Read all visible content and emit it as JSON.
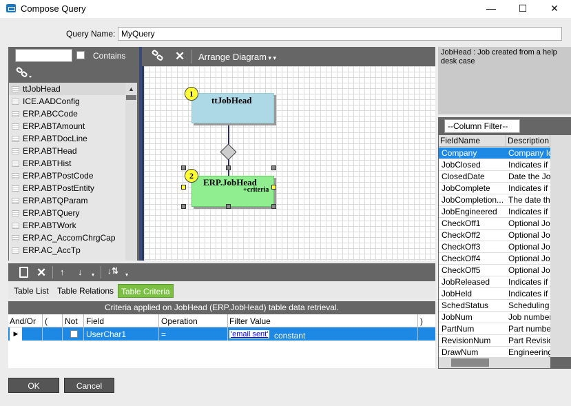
{
  "window": {
    "title": "Compose Query",
    "min": "—",
    "max": "☐",
    "close": "✕"
  },
  "query": {
    "label": "Query Name:",
    "value": "MyQuery"
  },
  "left": {
    "filter_value": "",
    "contains_label": "Contains",
    "tables": [
      "ttJobHead",
      "ICE.AADConfig",
      "ERP.ABCCode",
      "ERP.ABTAmount",
      "ERP.ABTDocLine",
      "ERP.ABTHead",
      "ERP.ABTHist",
      "ERP.ABTPostCode",
      "ERP.ABTPostEntity",
      "ERP.ABTQParam",
      "ERP.ABTQuery",
      "ERP.ABTWork",
      "ERP.AC_AccomChrgCap",
      "ERP.AC_AccTp"
    ]
  },
  "diagram": {
    "arrange_label": "Arrange Diagram",
    "nodes": [
      {
        "badge": "1",
        "title": "ttJobHead",
        "note": ""
      },
      {
        "badge": "2",
        "title": "ERP.JobHead",
        "note": "+criteria"
      }
    ]
  },
  "tabs": [
    "Table List",
    "Table Relations",
    "Table Criteria"
  ],
  "criteria": {
    "header": "Criteria applied on JobHead (ERP.JobHead)  table data retrieval.",
    "columns": {
      "andor": "And/Or",
      "lparen": "(",
      "not": "Not",
      "field": "Field",
      "operation": "Operation",
      "filter": "Filter Value",
      "rparen": ")"
    },
    "row": {
      "marker": "▶",
      "field": "UserChar1",
      "operation": "=",
      "value": "'email sent'",
      "value_type": "constant"
    }
  },
  "right": {
    "description": "JobHead : Job created from a help desk case",
    "column_filter": "--Column Filter--",
    "headers": {
      "field": "FieldName",
      "desc": "Description"
    },
    "fields": [
      {
        "name": "Company",
        "desc": "Company Id"
      },
      {
        "name": "JobClosed",
        "desc": "Indicates if j"
      },
      {
        "name": "ClosedDate",
        "desc": "Date the Jo"
      },
      {
        "name": "JobComplete",
        "desc": "Indicates if p"
      },
      {
        "name": "JobCompletion...",
        "desc": "The date tha"
      },
      {
        "name": "JobEngineered",
        "desc": "Indicates if t"
      },
      {
        "name": "CheckOff1",
        "desc": "Optional Jo"
      },
      {
        "name": "CheckOff2",
        "desc": "Optional Jo"
      },
      {
        "name": "CheckOff3",
        "desc": "Optional Jo"
      },
      {
        "name": "CheckOff4",
        "desc": "Optional Jo"
      },
      {
        "name": "CheckOff5",
        "desc": "Optional Jo"
      },
      {
        "name": "JobReleased",
        "desc": "Indicates if j"
      },
      {
        "name": "JobHeld",
        "desc": "Indicates if t"
      },
      {
        "name": "SchedStatus",
        "desc": "Scheduling"
      },
      {
        "name": "JobNum",
        "desc": "Job number"
      },
      {
        "name": "PartNum",
        "desc": "Part number"
      },
      {
        "name": "RevisionNum",
        "desc": "Part Revisio"
      },
      {
        "name": "DrawNum",
        "desc": "Engineering"
      }
    ]
  },
  "buttons": {
    "ok": "OK",
    "cancel": "Cancel"
  }
}
